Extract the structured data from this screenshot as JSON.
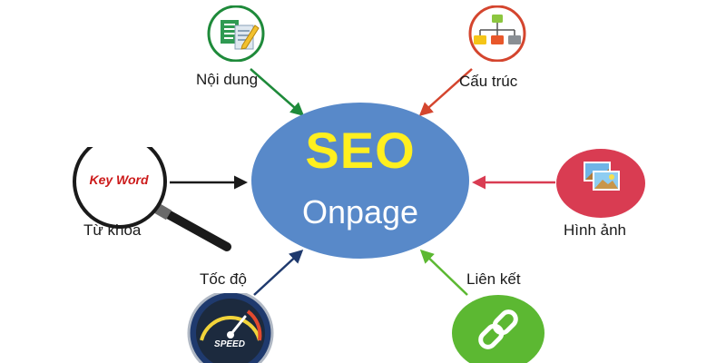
{
  "hub": {
    "title": "SEO",
    "subtitle": "Onpage",
    "color": "#5889c9",
    "title_color": "#ffef1f"
  },
  "nodes": {
    "content": {
      "label": "Nội dung",
      "icon": "document-pencil-icon",
      "color": "#1e8a3a"
    },
    "structure": {
      "label": "Cấu trúc",
      "icon": "org-chart-icon",
      "color": "#d4452e"
    },
    "keyword": {
      "label": "Từ khóa",
      "icon": "magnifier-icon",
      "lens_text": "Key Word",
      "color": "#1a1a1a"
    },
    "images": {
      "label": "Hình ảnh",
      "icon": "image-gallery-icon",
      "color": "#d93c52"
    },
    "speed": {
      "label": "Tốc độ",
      "icon": "speedometer-icon",
      "gauge_text": "SPEED",
      "color": "#1f3a6e"
    },
    "links": {
      "label": "Liên kết",
      "icon": "chain-link-icon",
      "color": "#5cb832"
    }
  }
}
